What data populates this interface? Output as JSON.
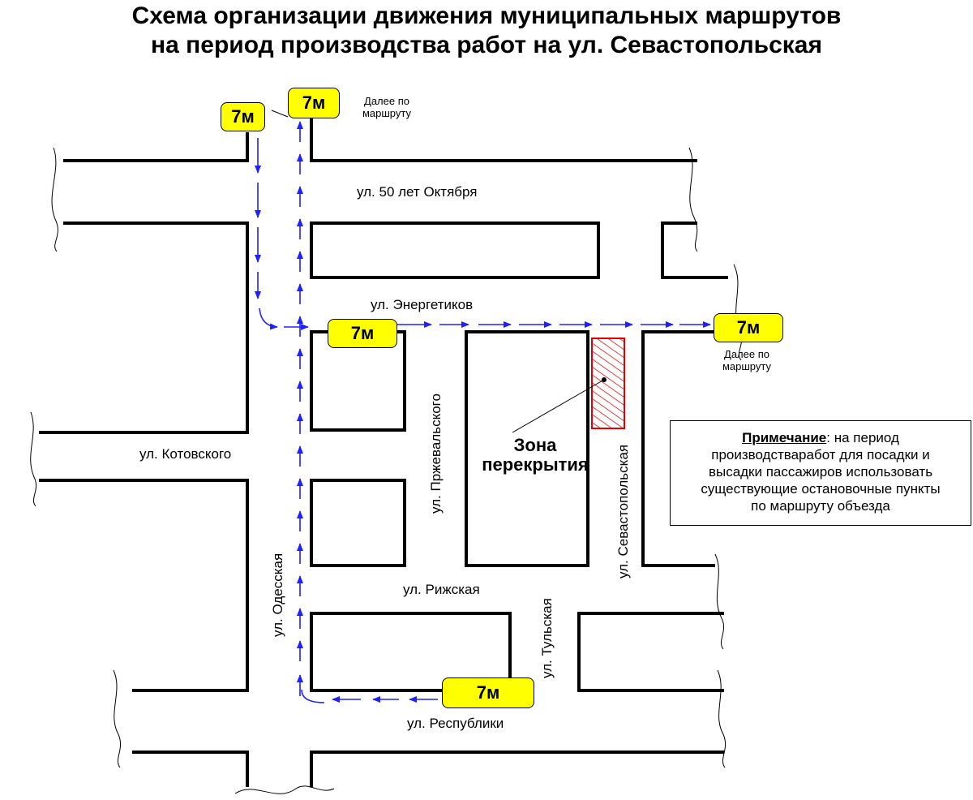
{
  "title": {
    "line1": "Схема организации движения муниципальных маршрутов",
    "line2": "на период производства работ на ул. Севастопольская"
  },
  "streets": {
    "oktyabrya": "ул. 50 лет Октября",
    "energetikov": "ул. Энергетиков",
    "kotovskogo": "ул. Котовского",
    "przhevalskogo": "ул. Пржевальского",
    "sevastopolskaya": "ул. Севастопольская",
    "rizhskaya": "ул. Рижская",
    "odesskaya": "ул. Одесская",
    "tulskaya": "ул. Тульская",
    "respubliki": "ул. Республики"
  },
  "route_label": "7м",
  "further_along_route": {
    "line1": "Далее по",
    "line2": "маршруту"
  },
  "closure_zone": {
    "line1": "Зона",
    "line2": "перекрытия"
  },
  "note": {
    "heading": "Примечание",
    "line1": ": на период",
    "line2": "производстваработ для посадки и",
    "line3": "высадки пассажиров использовать",
    "line4": "существующие остановочные пункты",
    "line5": "по маршруту объезда"
  },
  "colors": {
    "route_arrow": "#2020ff",
    "badge_fill": "#ffff00",
    "closure_hatch": "#e00000"
  },
  "icons": {
    "route_arrow": "arrow-icon",
    "closure": "hatched-closure-icon"
  }
}
